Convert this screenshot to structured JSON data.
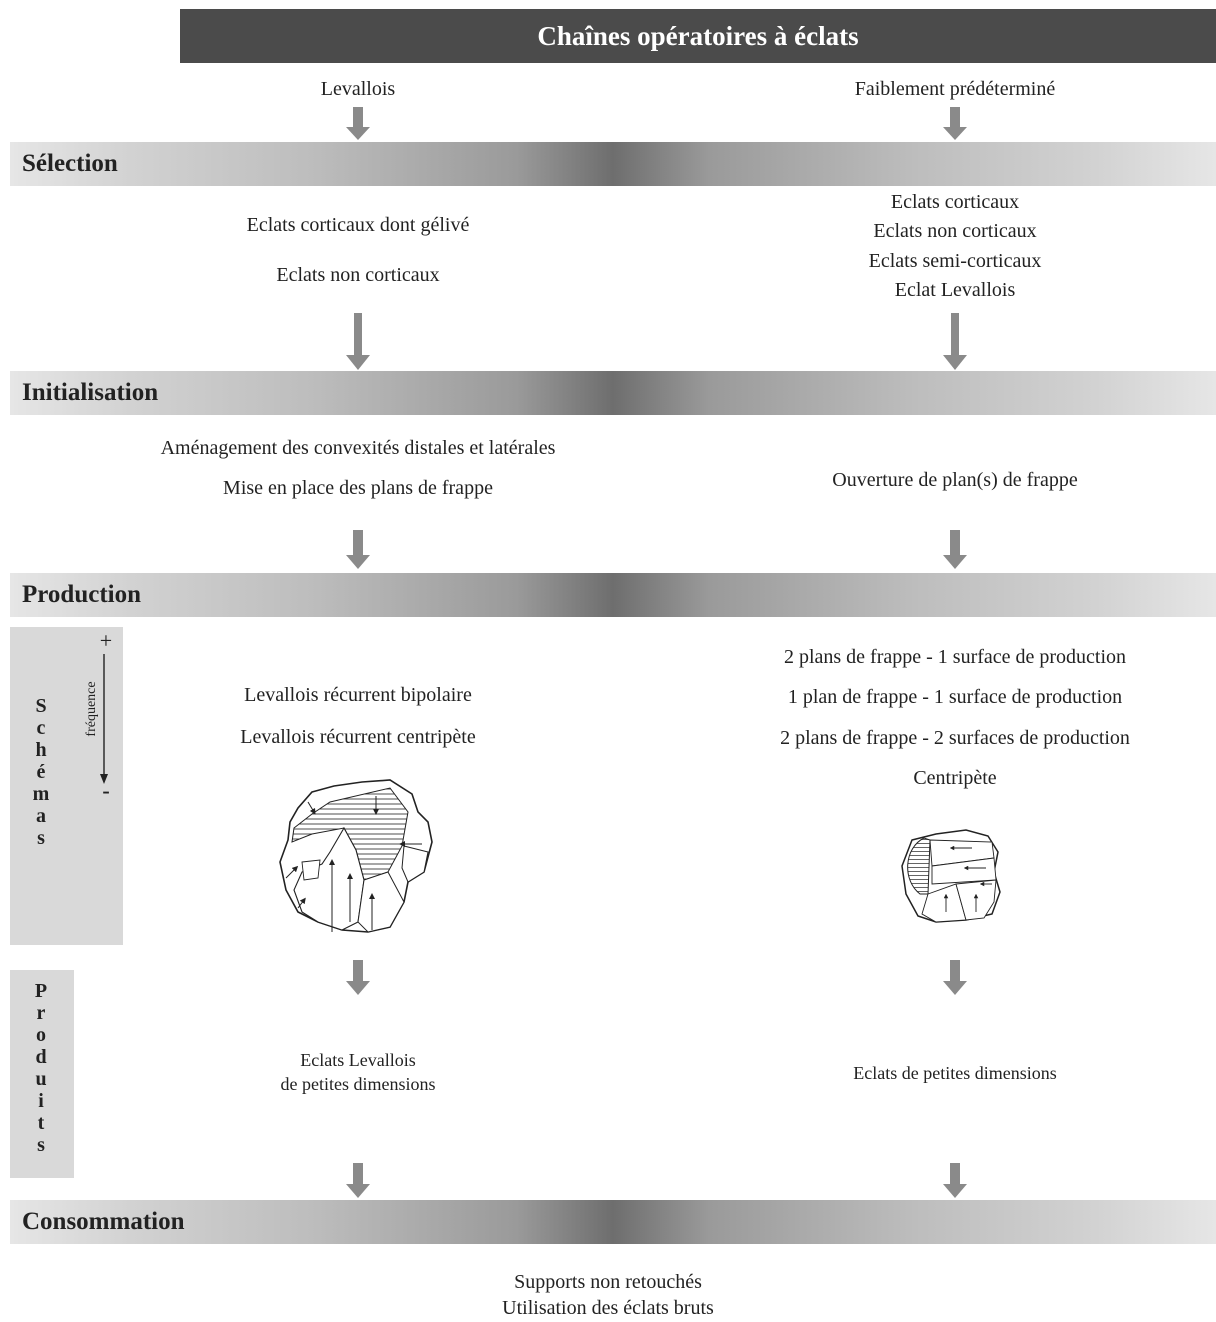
{
  "title": "Chaînes opératoires à éclats",
  "columns": {
    "left": "Levallois",
    "right": "Faiblement prédéterminé"
  },
  "sections": {
    "selection": "Sélection",
    "initialisation": "Initialisation",
    "production": "Production",
    "consommation": "Consommation"
  },
  "selection": {
    "left": [
      "Eclats corticaux dont gélivé",
      "Eclats non corticaux"
    ],
    "right": [
      "Eclats corticaux",
      "Eclats non corticaux",
      "Eclats semi-corticaux",
      "Eclat Levallois"
    ]
  },
  "initialisation": {
    "left": [
      "Aménagement des convexités distales et latérales",
      "Mise en place des plans de frappe"
    ],
    "right": [
      "Ouverture de plan(s) de frappe"
    ]
  },
  "schemas": {
    "label": [
      "S",
      "c",
      "h",
      "é",
      "m",
      "a",
      "s"
    ],
    "frequency_label": "fréquence",
    "plus": "+",
    "minus": "-",
    "left": [
      "Levallois récurrent bipolaire",
      "Levallois récurrent centripète"
    ],
    "right": [
      "2 plans de frappe - 1 surface de production",
      "1 plan de frappe - 1 surface de production",
      "2 plans de frappe - 2 surfaces de production",
      "Centripète"
    ]
  },
  "produits": {
    "label": [
      "P",
      "r",
      "o",
      "d",
      "u",
      "i",
      "t",
      "s"
    ],
    "left": [
      "Eclats Levallois",
      "de petites dimensions"
    ],
    "right": [
      "Eclats de petites dimensions"
    ]
  },
  "consommation": {
    "lines": [
      "Supports non retouchés",
      "Utilisation des éclats bruts"
    ]
  },
  "colors": {
    "title_bg": "#4b4b4b",
    "arrow": "#8a8a8a",
    "side_box": "#d9d9d9"
  }
}
